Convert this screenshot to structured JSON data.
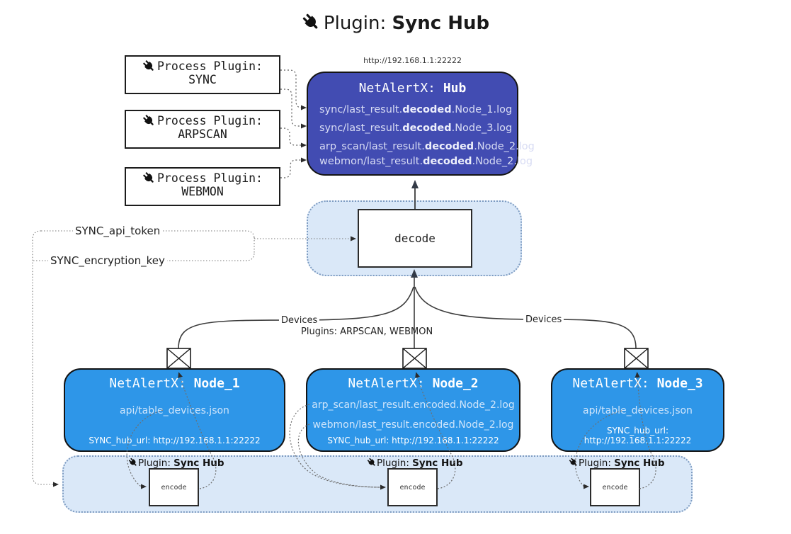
{
  "title": {
    "prefix": "Plugin:",
    "name": "Sync Hub"
  },
  "hub": {
    "url": "http://192.168.1.1:22222",
    "title_prefix": "NetAlertX:",
    "title_name": "Hub",
    "files": [
      {
        "pre": "sync/last_result.",
        "bold": "decoded",
        "post": ".Node_1.log"
      },
      {
        "pre": "sync/last_result.",
        "bold": "decoded",
        "post": ".Node_3.log"
      },
      {
        "pre": "arp_scan/last_result.",
        "bold": "decoded",
        "post": ".Node_2.log"
      },
      {
        "pre": "webmon/last_result.",
        "bold": "decoded",
        "post": ".Node_2.log"
      }
    ]
  },
  "process_plugins": [
    {
      "label": "Process Plugin:",
      "name": "SYNC"
    },
    {
      "label": "Process Plugin:",
      "name": "ARPSCAN"
    },
    {
      "label": "Process Plugin:",
      "name": "WEBMON"
    }
  ],
  "decode": {
    "label": "decode"
  },
  "keys": {
    "api_token": "SYNC_api_token",
    "encryption_key": "SYNC_encryption_key"
  },
  "links": {
    "devices_left": "Devices",
    "devices_right": "Devices",
    "plugins": "Plugins: ARPSCAN, WEBMON"
  },
  "nodes": [
    {
      "title_prefix": "NetAlertX:",
      "title_name": "Node_1",
      "files": [
        "api/table_devices.json"
      ],
      "hub_url": "SYNC_hub_url: http://192.168.1.1:22222"
    },
    {
      "title_prefix": "NetAlertX:",
      "title_name": "Node_2",
      "files": [
        "arp_scan/last_result.encoded.Node_2.log",
        "webmon/last_result.encoded.Node_2.log"
      ],
      "hub_url": "SYNC_hub_url: http://192.168.1.1:22222"
    },
    {
      "title_prefix": "NetAlertX:",
      "title_name": "Node_3",
      "files": [
        "api/table_devices.json"
      ],
      "hub_url": "SYNC_hub_url: http://192.168.1.1:22222"
    }
  ],
  "band": {
    "label_prefix": "Plugin:",
    "label_name": "Sync Hub",
    "encode_label": "encode"
  },
  "colors": {
    "hub": "#424CB2",
    "node": "#2E96E8",
    "container": "#DAE8F8",
    "container-border": "#7D9BC1"
  }
}
